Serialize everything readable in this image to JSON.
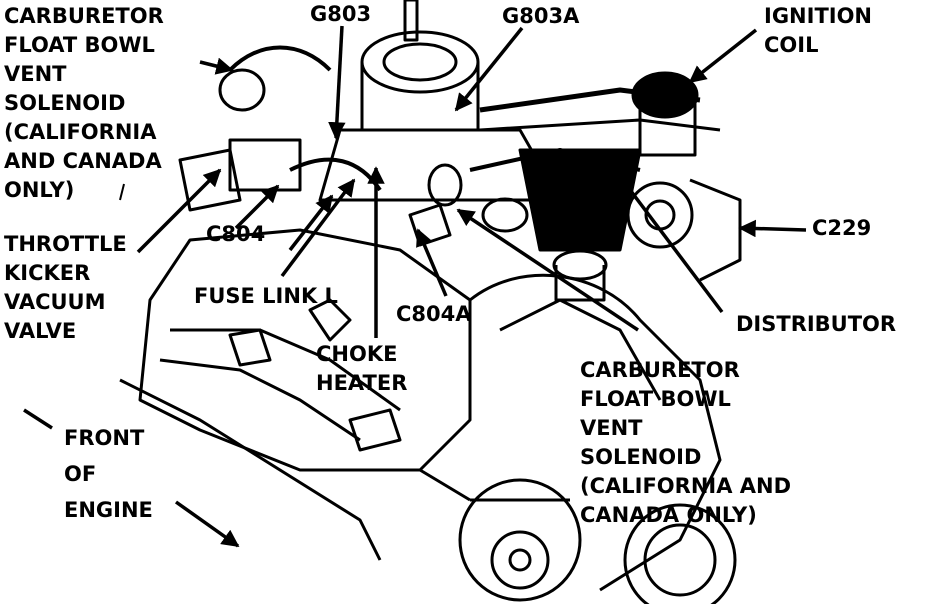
{
  "colors": {
    "ink": "#000000",
    "paper": "#ffffff"
  },
  "labels": {
    "carb_vent_left": [
      "CARBURETOR",
      "FLOAT BOWL",
      "VENT",
      "SOLENOID",
      "(CALIFORNIA",
      "AND CANADA",
      "ONLY)"
    ],
    "g803": "G803",
    "g803a": "G803A",
    "ignition_coil": [
      "IGNITION",
      "COIL"
    ],
    "c804": "C804",
    "c229": "C229",
    "throttle_kicker": [
      "THROTTLE",
      "KICKER",
      "VACUUM",
      "VALVE"
    ],
    "fuse_link": "FUSE LINK L",
    "c804a": "C804A",
    "distributor": "DISTRIBUTOR",
    "choke_heater": [
      "CHOKE",
      "HEATER"
    ],
    "carb_vent_right": [
      "CARBURETOR",
      "FLOAT BOWL",
      "VENT",
      "SOLENOID",
      "(CALIFORNIA AND",
      "CANADA ONLY)"
    ],
    "front_of_engine": [
      "FRONT",
      "OF",
      "ENGINE"
    ]
  }
}
